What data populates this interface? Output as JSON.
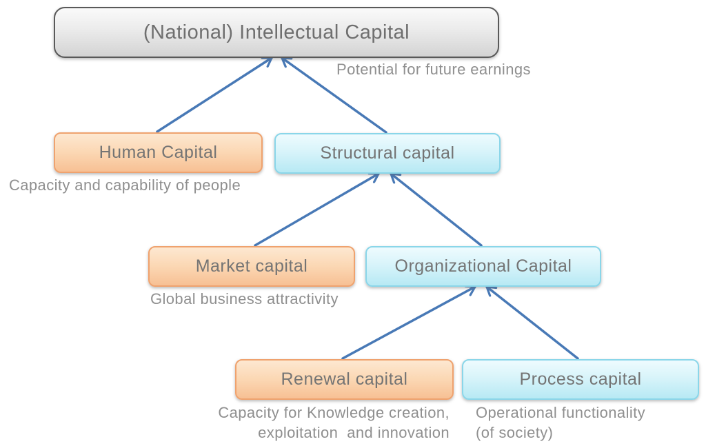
{
  "diagram": {
    "nodes": {
      "nic": {
        "label": "(National) Intellectual Capital"
      },
      "human": {
        "label": "Human Capital"
      },
      "structural": {
        "label": "Structural capital"
      },
      "market": {
        "label": "Market capital"
      },
      "organizational": {
        "label": "Organizational Capital"
      },
      "renewal": {
        "label": "Renewal capital"
      },
      "process": {
        "label": "Process capital"
      }
    },
    "captions": {
      "nic": "Potential for future earnings",
      "human": "Capacity and capability of people",
      "market": "Global business attractivity",
      "renewal": "Capacity for Knowledge creation,\nexploitation  and innovation",
      "process": "Operational functionality\n(of society)"
    },
    "colors": {
      "arrow": "#4879b6",
      "orange_fill_top": "#fde8d1",
      "orange_fill_bottom": "#f7c094",
      "orange_border": "#efa26e",
      "cyan_fill_top": "#eefbfe",
      "cyan_fill_bottom": "#b7e9f4",
      "cyan_border": "#8ad6e9",
      "gray_fill_top": "#fafafa",
      "gray_fill_bottom": "#d3d3d3",
      "gray_border": "#595959",
      "label_text": "#747474",
      "caption_text": "#8f8f8f"
    }
  }
}
